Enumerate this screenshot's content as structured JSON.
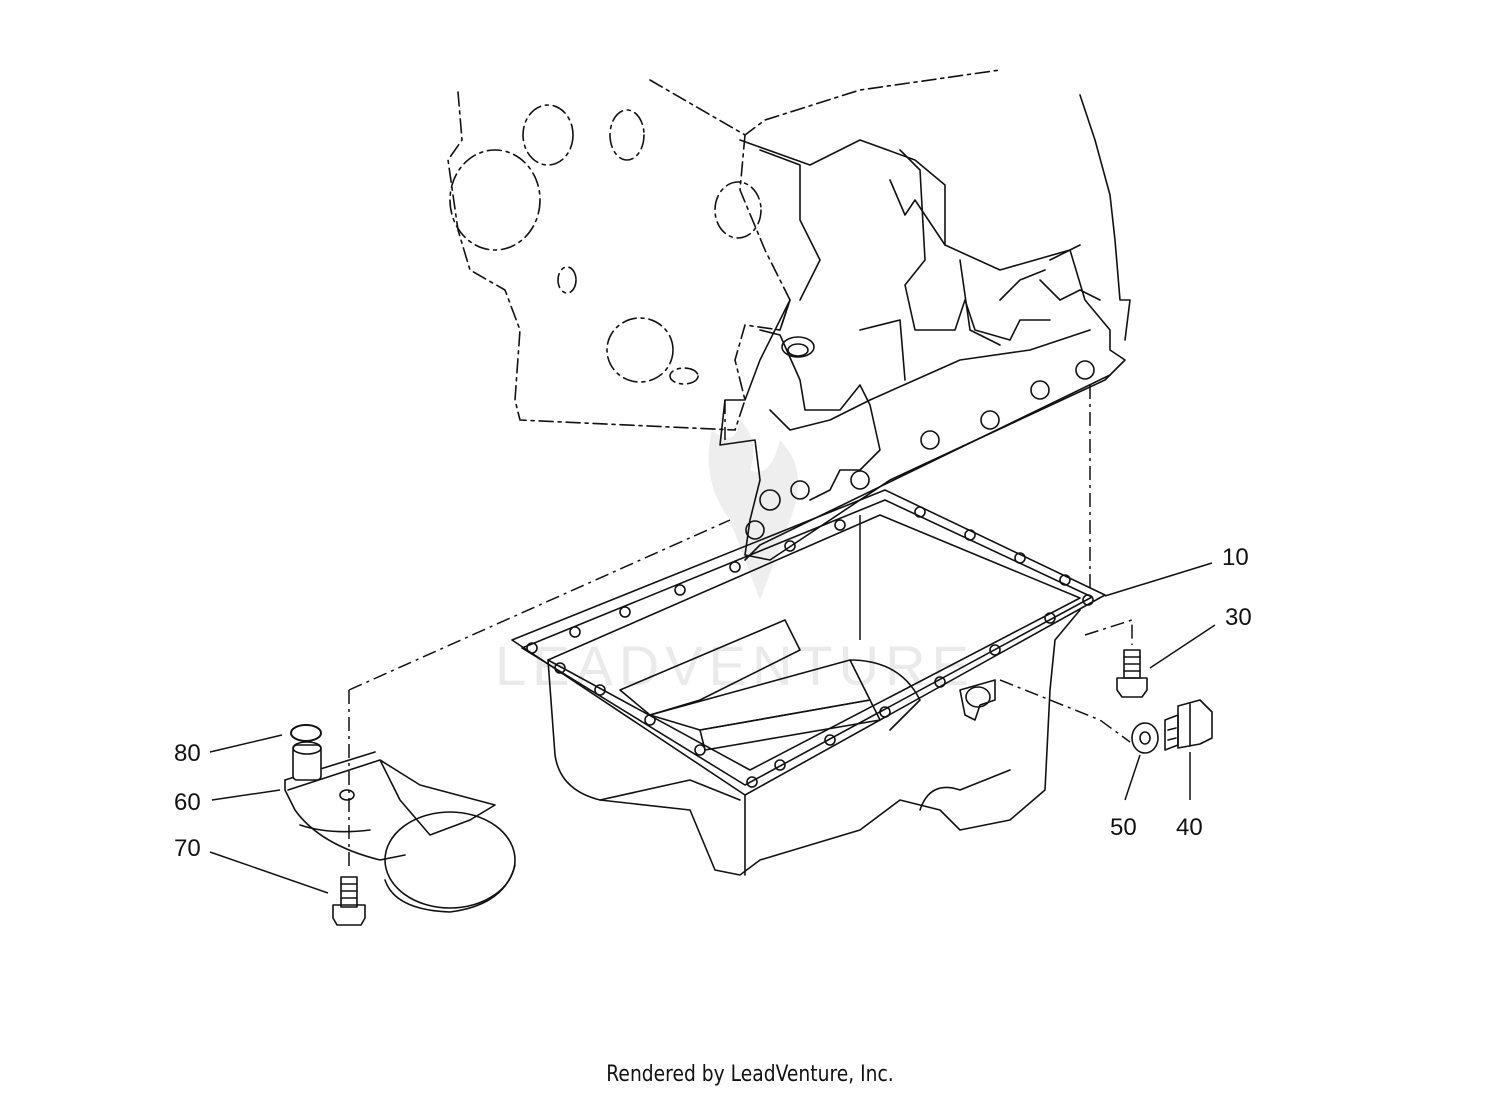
{
  "callouts": {
    "c10": "10",
    "c30": "30",
    "c40": "40",
    "c50": "50",
    "c60": "60",
    "c70": "70",
    "c80": "80"
  },
  "watermark": "LEADVENTURE",
  "footer": "Rendered by LeadVenture, Inc."
}
